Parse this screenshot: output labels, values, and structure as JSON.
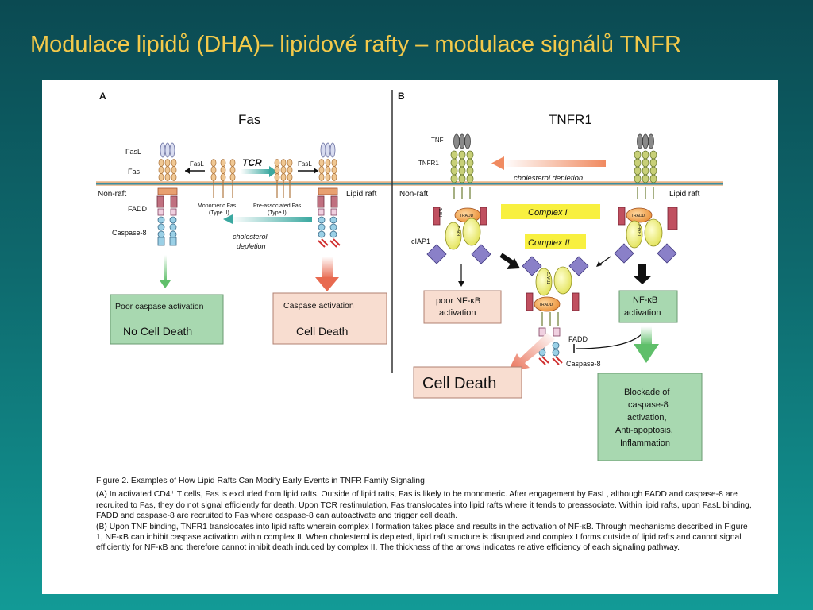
{
  "slide": {
    "title": "Modulace lipidů (DHA)– lipidové rafty – modulace signálů TNFR"
  },
  "panel_a": {
    "letter": "A",
    "title": "Fas",
    "fasl_label": "FasL",
    "fas_label": "Fas",
    "nonraft": "Non-raft",
    "lipidraft": "Lipid raft",
    "fadd": "FADD",
    "caspase8": "Caspase-8",
    "fasl_arrow_label": "FasL",
    "tcr": "TCR",
    "monomeric_1": "Monomeric Fas",
    "monomeric_2": "(Type II)",
    "preassoc_1": "Pre-associated Fas",
    "preassoc_2": "(Type I)",
    "chol_1": "cholesterol",
    "chol_2": "depletion",
    "poor_box_line1": "Poor caspase activation",
    "poor_box_line2": "No Cell Death",
    "casp_box_line1": "Caspase activation",
    "casp_box_line2": "Cell Death"
  },
  "panel_b": {
    "letter": "B",
    "title": "TNFR1",
    "tnf": "TNF",
    "tnfr1": "TNFR1",
    "chol": "cholesterol depletion",
    "nonraft": "Non-raft",
    "lipidraft": "Lipid raft",
    "complex1": "Complex I",
    "complex2": "Complex II",
    "ciap1": "cIAP1",
    "rip1": "RIP1",
    "tradd": "TRADD",
    "traf2": "TRAF2",
    "poor_nfkb_1": "poor NF-κB",
    "poor_nfkb_2": "activation",
    "nfkb_1": "NF-κB",
    "nfkb_2": "activation",
    "fadd": "FADD",
    "caspase8": "Caspase-8",
    "cell_death": "Cell Death",
    "blockade_1": "Blockade of",
    "blockade_2": "caspase-8",
    "blockade_3": "activation,",
    "blockade_4": "Anti-apoptosis,",
    "blockade_5": "Inflammation"
  },
  "caption": {
    "title": "Figure 2.  Examples of How Lipid Rafts Can Modify Early Events in TNFR Family Signaling",
    "para_a": "(A) In activated CD4⁺ T cells, Fas is excluded from lipid rafts. Outside of lipid rafts, Fas is likely to be monomeric. After engagement by FasL, although FADD and caspase-8 are recruited to Fas, they do not signal efficiently for death. Upon TCR restimulation, Fas translocates into lipid rafts where it tends to preassociate. Within lipid rafts, upon FasL binding, FADD and caspase-8 are recruited to Fas where caspase-8 can autoactivate and trigger cell death.",
    "para_b": "(B) Upon TNF binding, TNFR1 translocates into lipid rafts wherein complex I formation takes place and results in the activation of NF-κB. Through mechanisms described in Figure 1, NF-κB can inhibit caspase activation within complex II. When cholesterol is depleted, lipid raft structure is disrupted and complex I forms outside of lipid rafts and cannot signal efficiently for NF-κB and therefore cannot inhibit death induced by complex II. The thickness of the arrows indicates relative efficiency of each signaling pathway."
  },
  "colors": {
    "title": "#f3c94a",
    "membrane": "#e0a070",
    "fas": "#e8b878",
    "tnfr": "#a8b860",
    "fadd": "#c07080",
    "caspase": "#8fc4dc",
    "tradd": "#f0a050",
    "traf2": "#f0f080",
    "ciap": "#8a80c8",
    "rip": "#c05060",
    "green_box": "#a8d8b0",
    "pink_box": "#f8ddd0",
    "yellow_box": "#f8f040"
  }
}
